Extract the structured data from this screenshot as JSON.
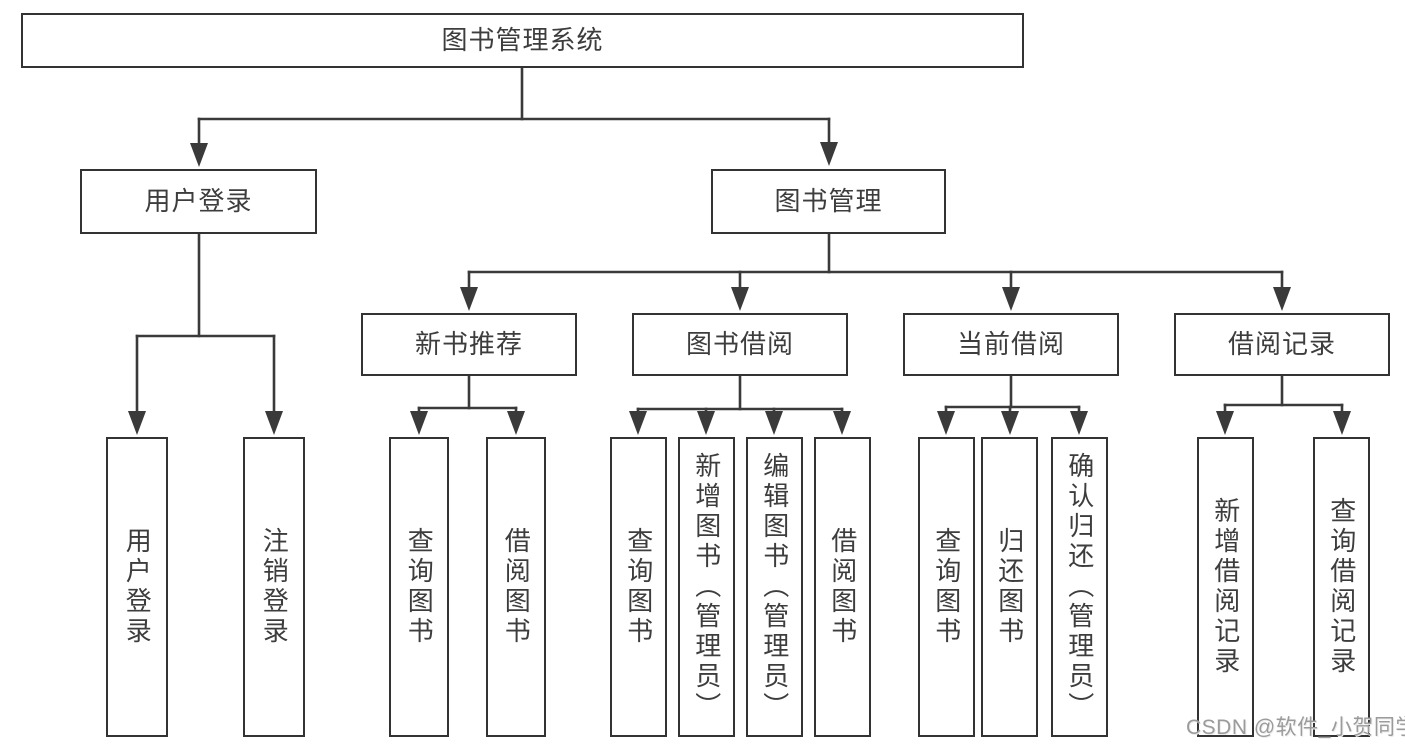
{
  "tree": {
    "label": "图书管理系统",
    "children": [
      {
        "label": "用户登录",
        "children": [
          {
            "label": "用户登录"
          },
          {
            "label": "注销登录"
          }
        ]
      },
      {
        "label": "图书管理",
        "children": [
          {
            "label": "新书推荐",
            "children": [
              {
                "label": "查询图书"
              },
              {
                "label": "借阅图书"
              }
            ]
          },
          {
            "label": "图书借阅",
            "children": [
              {
                "label": "查询图书"
              },
              {
                "label": "新增图书（管理员）"
              },
              {
                "label": "编辑图书（管理员）"
              },
              {
                "label": "借阅图书"
              }
            ]
          },
          {
            "label": "当前借阅",
            "children": [
              {
                "label": "查询图书"
              },
              {
                "label": "归还图书"
              },
              {
                "label": "确认归还（管理员）"
              }
            ]
          },
          {
            "label": "借阅记录",
            "children": [
              {
                "label": "新增借阅记录"
              },
              {
                "label": "查询借阅记录"
              }
            ]
          }
        ]
      }
    ]
  },
  "watermark": {
    "text": "CSDN @软件_小贺同学"
  },
  "colors": {
    "background": "#ffffff",
    "box_border": "#333333",
    "connector_line": "#3a3a3a",
    "text": "#3d3d3d",
    "watermark_text": "#9b9b9b"
  }
}
